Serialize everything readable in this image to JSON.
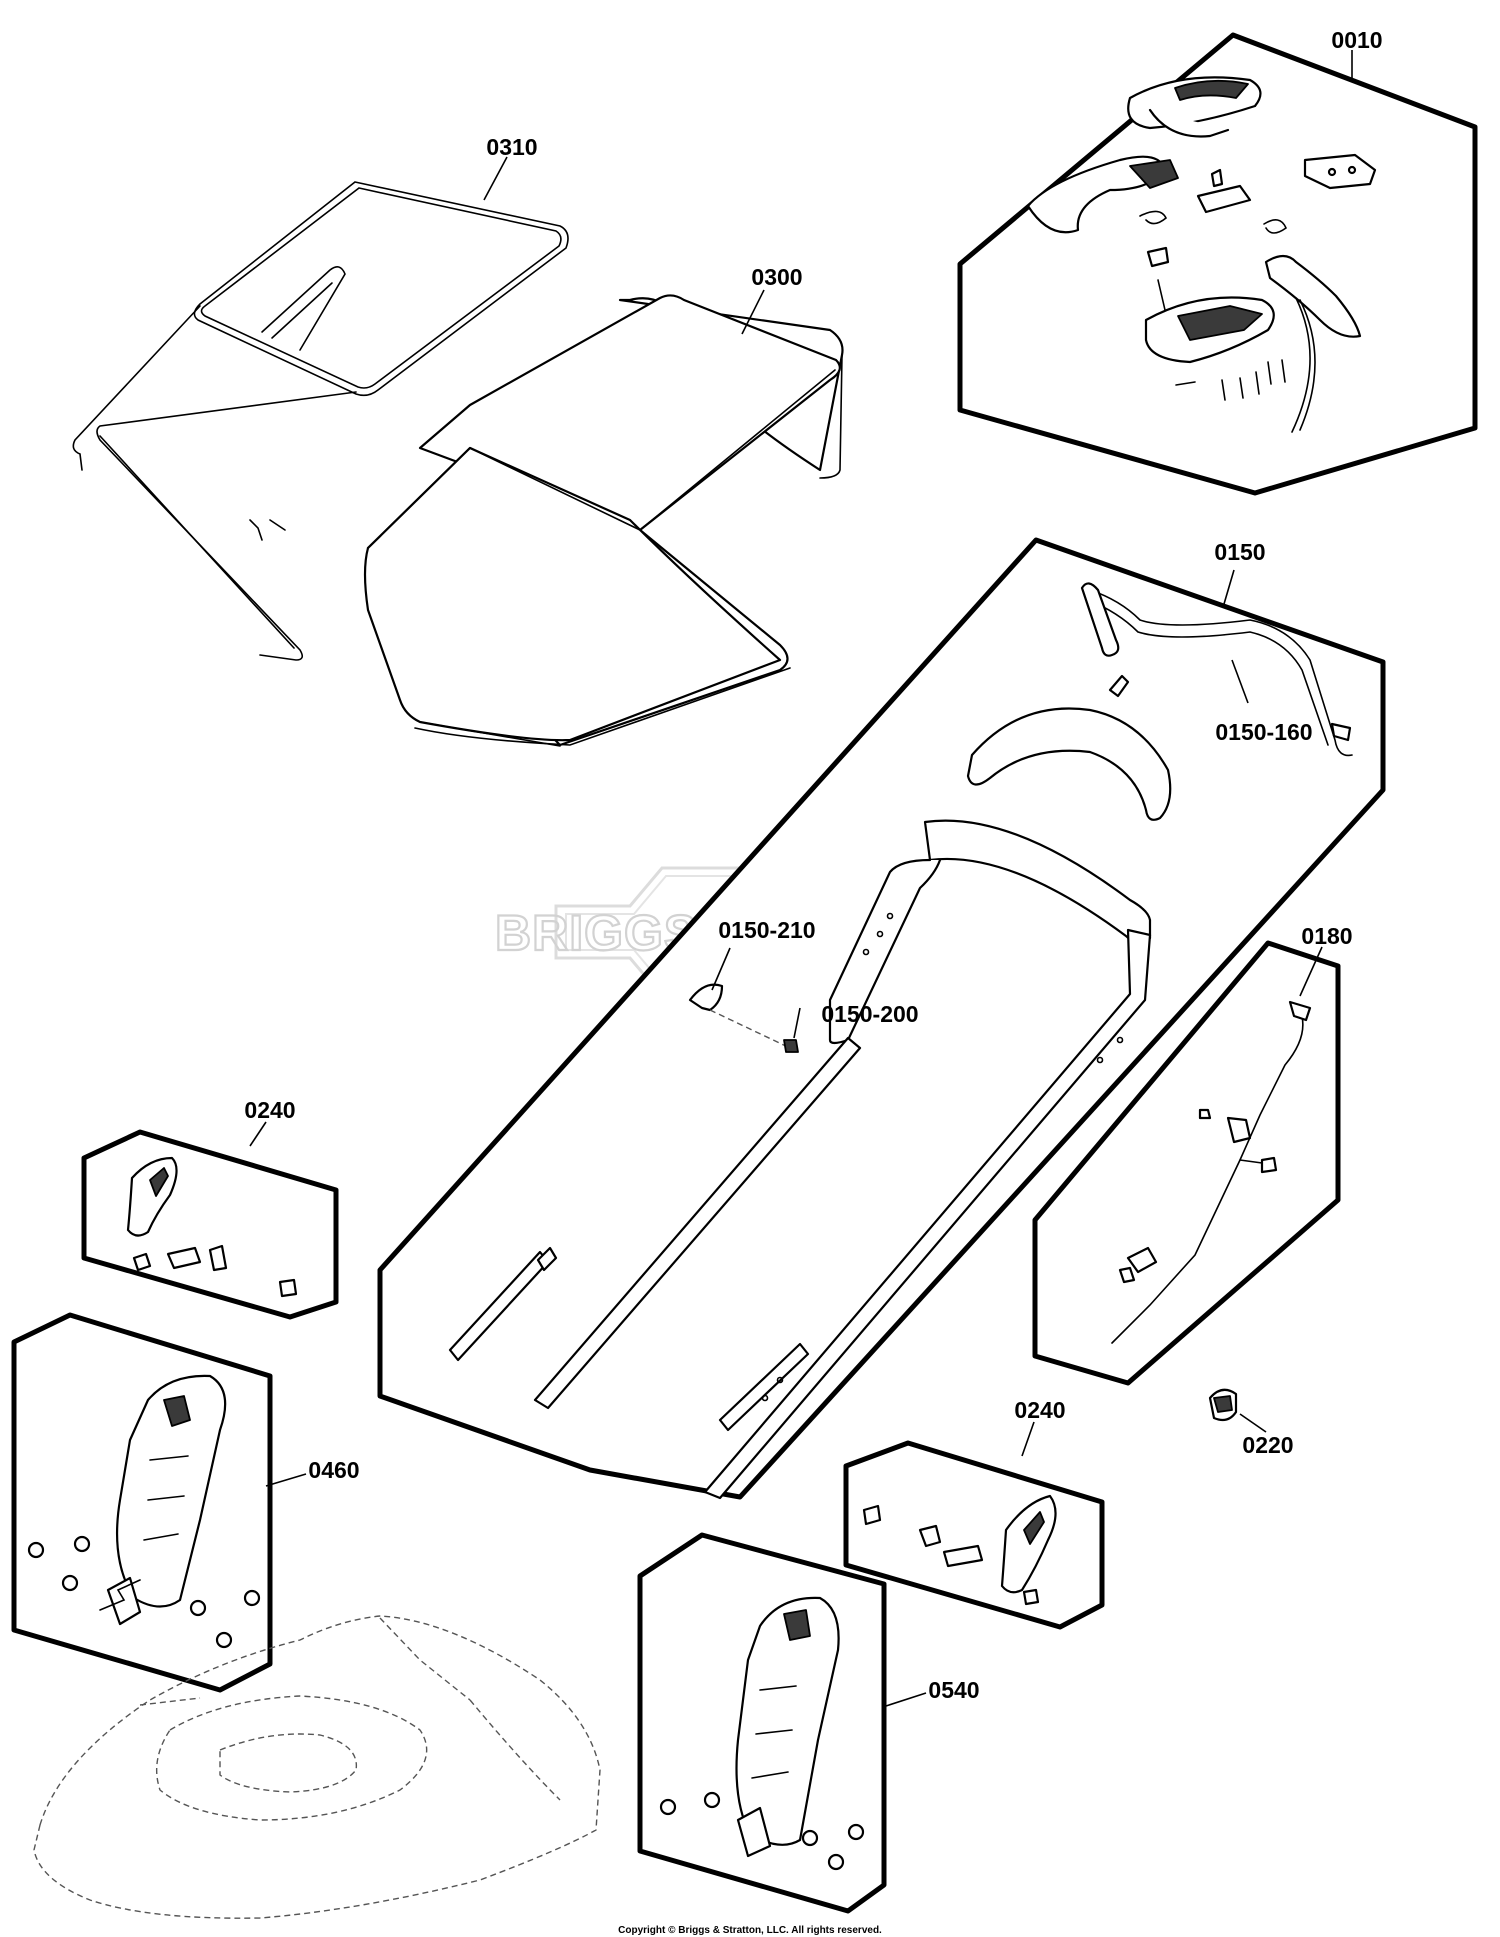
{
  "labels": {
    "l0010": "0010",
    "l0310": "0310",
    "l0300": "0300",
    "l0150": "0150",
    "l0150_160": "0150-160",
    "l0150_210": "0150-210",
    "l0150_200": "0150-200",
    "l0180": "0180",
    "l0240_left": "0240",
    "l0240_right": "0240",
    "l0220": "0220",
    "l0460": "0460",
    "l0540": "0540"
  },
  "watermark": {
    "logo_text": "BRIGGS&STRATTON"
  },
  "footer": {
    "copyright": "Copyright © Briggs & Stratton, LLC. All rights reserved."
  }
}
